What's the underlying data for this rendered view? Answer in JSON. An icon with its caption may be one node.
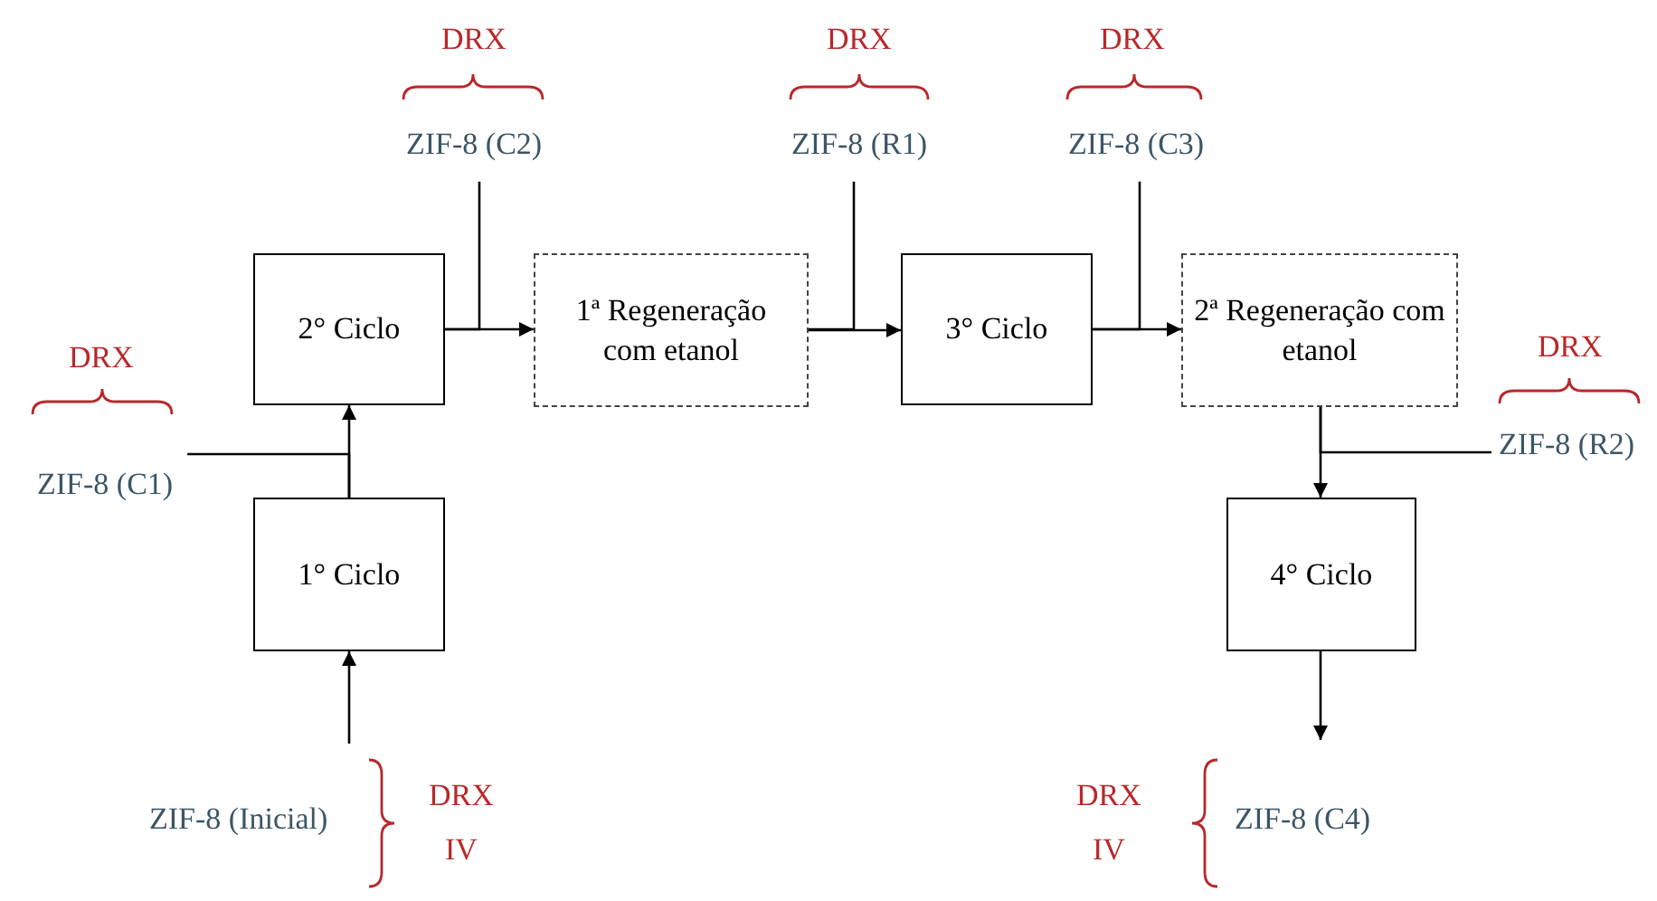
{
  "diagram": {
    "nodes": [
      {
        "text": [
          "2° Ciclo"
        ]
      },
      {
        "text": [
          "1ª Regeneração com etanol"
        ]
      },
      {
        "text": [
          "3° Ciclo"
        ]
      },
      {
        "text": [
          "2ª Regeneração com etanol"
        ]
      },
      {
        "text": [
          "1° Ciclo"
        ]
      },
      {
        "text": [
          "4° Ciclo"
        ]
      },
      {
        "text": [
          "ZIF-8 (Inicial)"
        ],
        "beside": [
          "DRX",
          "IV"
        ]
      },
      {
        "text": [
          "ZIF-8 (C1)"
        ],
        "beside": [
          "DRX"
        ]
      },
      {
        "text": [
          "ZIF-8 (C2)"
        ],
        "beside": [
          "DRX"
        ]
      },
      {
        "text": [
          "ZIF-8 (R1)"
        ],
        "beside": [
          "DRX"
        ]
      },
      {
        "text": [
          "ZIF-8 (C3)"
        ],
        "beside": [
          "DRX"
        ]
      },
      {
        "text": [
          "ZIF-8 (R2)"
        ],
        "beside": [
          "DRX"
        ]
      },
      {
        "text": [
          "ZIF-8 (C4)"
        ],
        "beside": [
          "DRX",
          "IV"
        ]
      }
    ],
    "edges": [
      {
        "from": 6,
        "to": 4,
        "arrow": "to"
      },
      {
        "from": 4,
        "to": 0,
        "arrow": "to"
      },
      {
        "from": 4,
        "to": 7,
        "arrow": "none"
      },
      {
        "from": 0,
        "to": 1,
        "arrow": "to"
      },
      {
        "from": 0,
        "to": 8,
        "arrow": "none"
      },
      {
        "from": 1,
        "to": 2,
        "arrow": "to"
      },
      {
        "from": 1,
        "to": 9,
        "arrow": "none"
      },
      {
        "from": 2,
        "to": 3,
        "arrow": "to"
      },
      {
        "from": 2,
        "to": 10,
        "arrow": "none"
      },
      {
        "from": 3,
        "to": 5,
        "arrow": "to"
      },
      {
        "from": 3,
        "to": 11,
        "arrow": "none"
      },
      {
        "from": 5,
        "to": 12,
        "arrow": "to"
      }
    ]
  }
}
